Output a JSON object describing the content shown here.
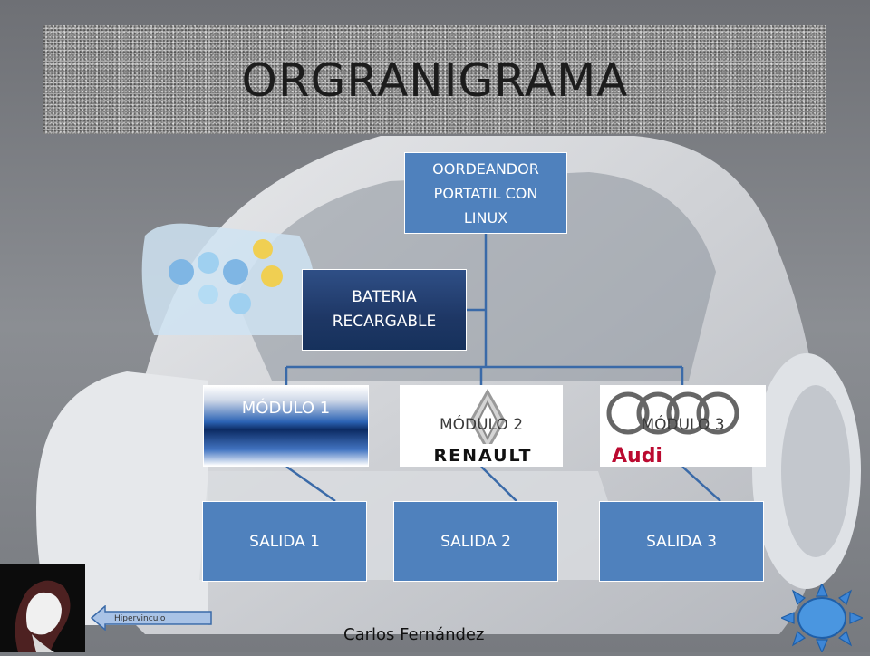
{
  "title": "ORGRANIGRAMA",
  "org_chart": {
    "root": {
      "lines": [
        "OORDEANDOR",
        "PORTATIL CON",
        "LINUX"
      ]
    },
    "battery": {
      "lines": [
        "BATERIA",
        "RECARGABLE"
      ]
    },
    "modules": [
      {
        "label": "MÓDULO 1",
        "logo": "blue-metallic-gradient"
      },
      {
        "label": "MÓDULO 2",
        "logo": "renault-logo",
        "logo_text": "RENAULT"
      },
      {
        "label": "MÓDULO 3",
        "logo": "audi-logo",
        "logo_text": "Audi"
      }
    ],
    "outputs": [
      {
        "label": "SALIDA 1"
      },
      {
        "label": "SALIDA 2"
      },
      {
        "label": "SALIDA 3"
      }
    ]
  },
  "footer": {
    "author": "Carlos Fernández",
    "hyperlink_label": "Hipervinculo",
    "hyperlink_icon": "left-arrow-icon",
    "action_icon": "sun-icon"
  },
  "colors": {
    "box_blue": "#4f81bd",
    "battery_navy": "#1e3765",
    "connector": "#3a6aa8",
    "renault_red": "#c0392b",
    "audi_red": "#bb0a30"
  }
}
